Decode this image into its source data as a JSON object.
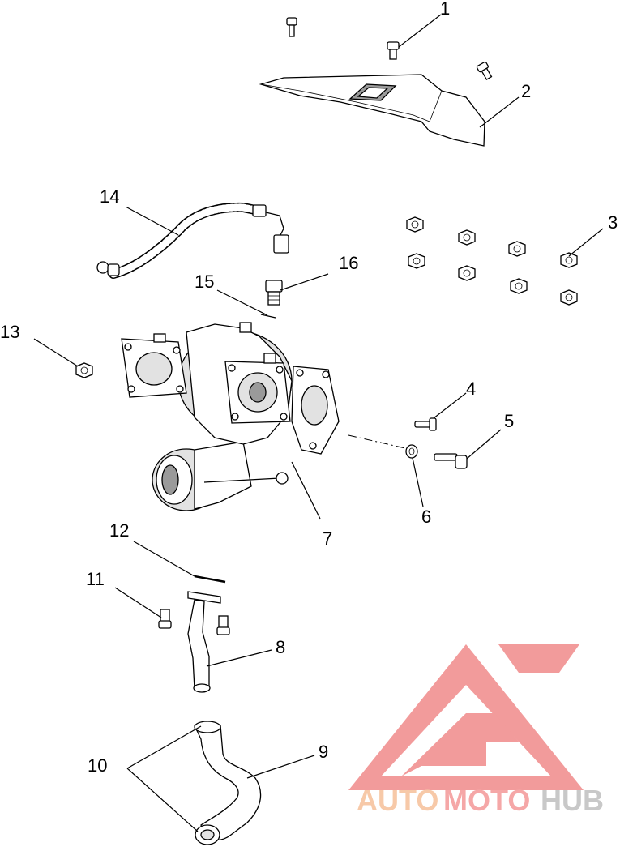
{
  "callouts": [
    {
      "id": "1",
      "label": "1"
    },
    {
      "id": "2",
      "label": "2"
    },
    {
      "id": "3",
      "label": "3"
    },
    {
      "id": "4",
      "label": "4"
    },
    {
      "id": "5",
      "label": "5"
    },
    {
      "id": "6",
      "label": "6"
    },
    {
      "id": "7",
      "label": "7"
    },
    {
      "id": "8",
      "label": "8"
    },
    {
      "id": "9",
      "label": "9"
    },
    {
      "id": "10",
      "label": "10"
    },
    {
      "id": "11",
      "label": "11"
    },
    {
      "id": "12",
      "label": "12"
    },
    {
      "id": "13",
      "label": "13"
    },
    {
      "id": "14",
      "label": "14"
    },
    {
      "id": "15",
      "label": "15"
    },
    {
      "id": "16",
      "label": "16"
    }
  ],
  "watermark": {
    "part1": "AUTO",
    "part2": "MOTO",
    "part3": "HUB",
    "color_part1": "#f7c9a8",
    "color_part2": "#f5a7a7",
    "color_part3": "#c8c8c8",
    "logo_color": "#f08a8a"
  },
  "colors": {
    "line": "#000000",
    "background": "#ffffff"
  }
}
